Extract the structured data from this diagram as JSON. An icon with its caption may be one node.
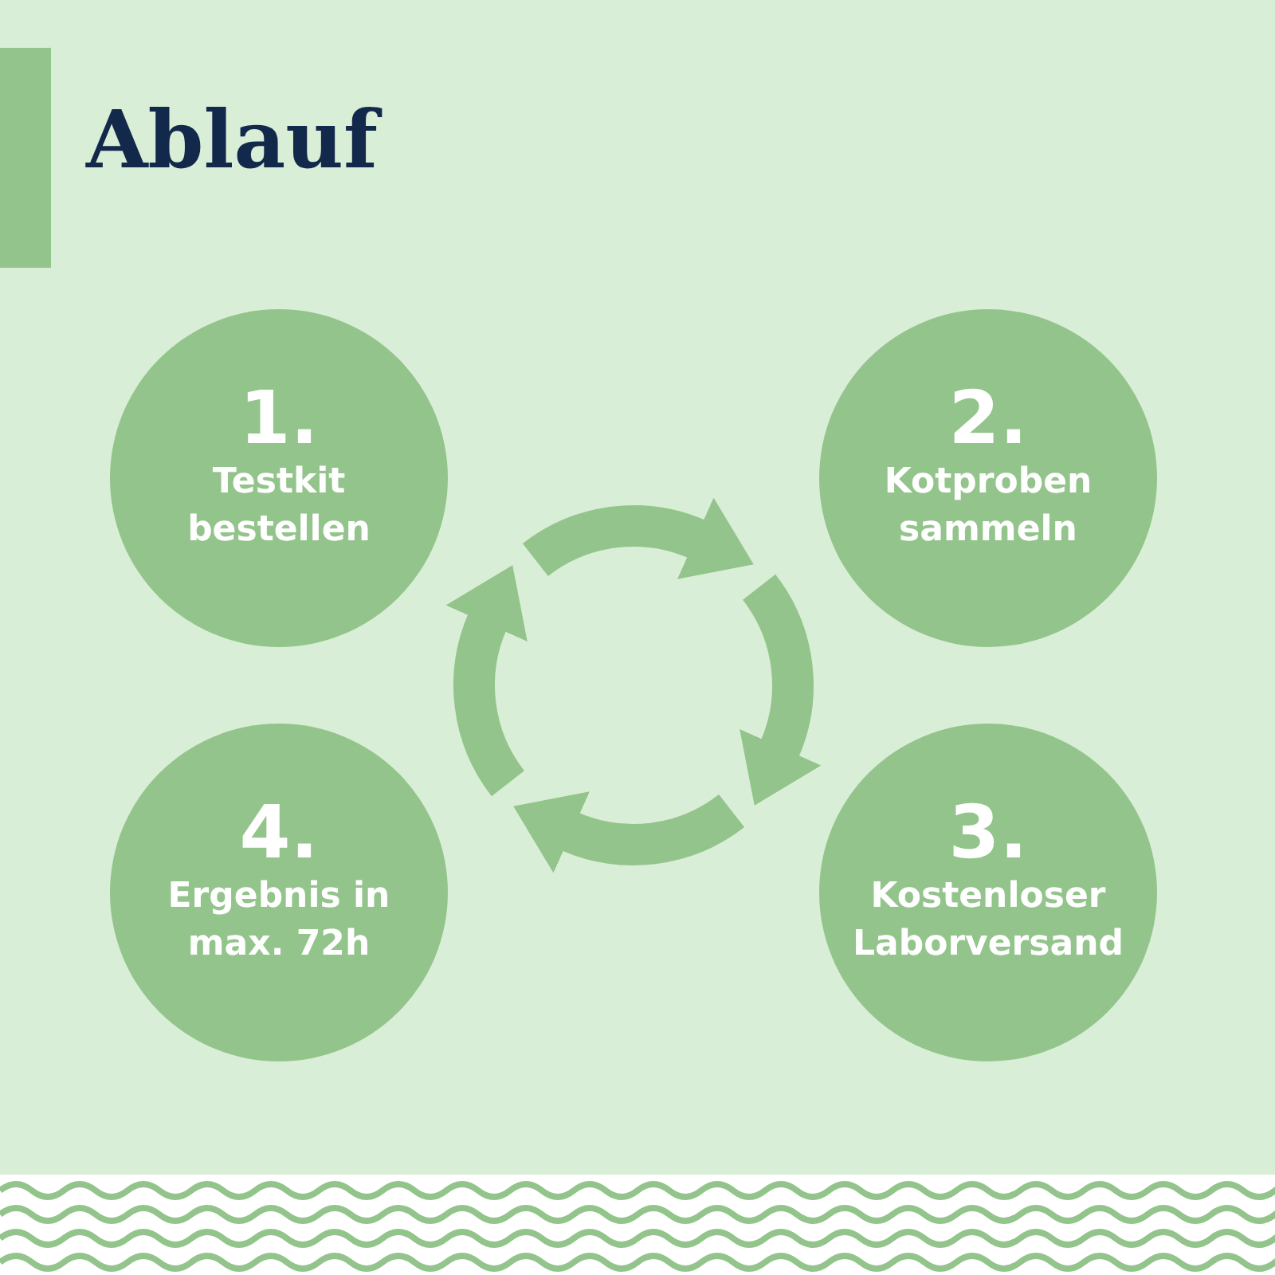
{
  "diagram": {
    "title": "Ablauf",
    "nodes": [
      {
        "text": [
          "1.",
          "Testkit bestellen"
        ]
      },
      {
        "text": [
          "2.",
          "Kotproben sammeln"
        ]
      },
      {
        "text": [
          "3.",
          "Kostenloser Laborversand"
        ]
      },
      {
        "text": [
          "4.",
          "Ergebnis in max. 72h"
        ]
      }
    ]
  }
}
